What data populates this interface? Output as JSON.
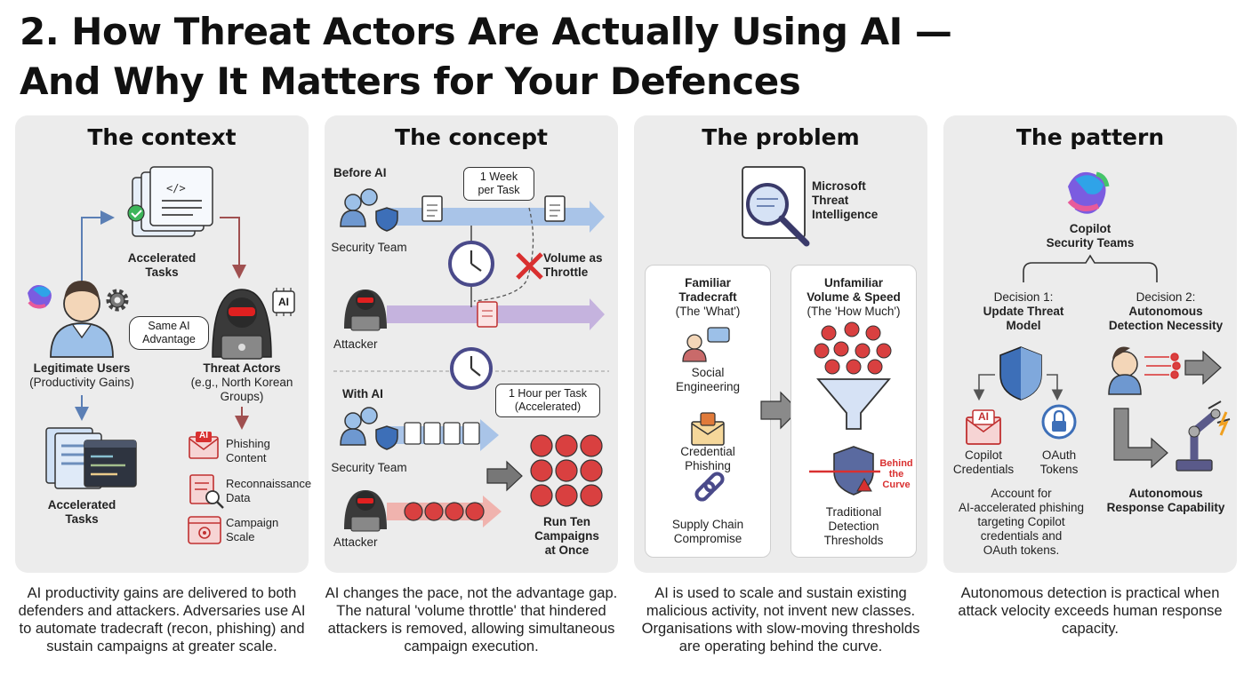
{
  "title": {
    "line1": "2. How Threat Actors Are Actually Using AI —",
    "line2": "And Why It Matters for Your Defences"
  },
  "panels": [
    {
      "heading": "The context",
      "accelerated_top": "Accelerated\nTasks",
      "same_ai": "Same AI\nAdvantage",
      "legit_title": "Legitimate Users",
      "legit_sub": "(Productivity Gains)",
      "threat_title": "Threat Actors",
      "threat_sub": "(e.g., North Korean\nGroups)",
      "accelerated_bottom": "Accelerated\nTasks",
      "phishing": "Phishing\nContent",
      "recon": "Reconnaissance\nData",
      "campaign": "Campaign\nScale",
      "ai_chip": "AI",
      "ai_mail": "AI",
      "caption": "AI productivity gains are delivered to both defenders and attackers. Adversaries use AI to automate tradecraft (recon, phishing) and sustain campaigns at greater scale."
    },
    {
      "heading": "The concept",
      "before_ai": "Before AI",
      "week_bubble": "1 Week\nper Task",
      "security_team_1": "Security Team",
      "volume_throttle": "Volume as\nThrottle",
      "attacker_1": "Attacker",
      "with_ai": "With AI",
      "hour_bubble": "1 Hour per Task\n(Accelerated)",
      "security_team_2": "Security Team",
      "attacker_2": "Attacker",
      "run_ten": "Run Ten\nCampaigns\nat Once",
      "caption": "AI changes the pace, not the advantage gap. The natural 'volume throttle' that hindered attackers is removed, allowing simultaneous campaign execution."
    },
    {
      "heading": "The problem",
      "mti": "Microsoft\nThreat\nIntelligence",
      "familiar_title": "Familiar\nTradecraft",
      "familiar_sub": "(The 'What')",
      "social": "Social\nEngineering",
      "credential": "Credential\nPhishing",
      "supply": "Supply Chain\nCompromise",
      "unfamiliar_title": "Unfamiliar\nVolume & Speed",
      "unfamiliar_sub": "(The 'How Much')",
      "behind": "Behind\nthe\nCurve",
      "traditional": "Traditional\nDetection\nThresholds",
      "caption": "AI is used to scale and sustain existing malicious activity, not invent new classes. Organisations with slow-moving thresholds are operating behind the curve."
    },
    {
      "heading": "The pattern",
      "copilot": "Copilot\nSecurity Teams",
      "decision1_a": "Decision 1:",
      "decision1_b": "Update Threat\nModel",
      "decision2_a": "Decision 2:",
      "decision2_b": "Autonomous\nDetection Necessity",
      "copilot_cred": "Copilot\nCredentials",
      "oauth": "OAuth\nTokens",
      "account_for": "Account for\nAI-accelerated phishing\ntargeting Copilot\ncredentials and\nOAuth tokens.",
      "autonomous_resp": "Autonomous\nResponse Capability",
      "ai_mail": "AI",
      "caption": "Autonomous detection is practical when attack velocity exceeds human response capacity."
    }
  ],
  "colors": {
    "panel_bg": "#ececec",
    "red": "#d93030",
    "blue": "#3d6fb8",
    "arrow_blue": "#a9c4e8",
    "arrow_purple": "#c5b3de",
    "arrow_red": "#f0b3ae"
  }
}
